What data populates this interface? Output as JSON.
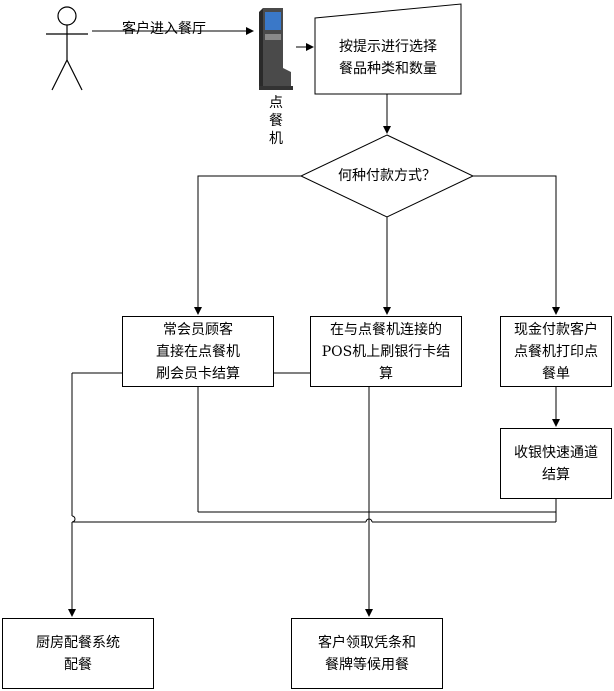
{
  "actor_label": "客户进入餐厅",
  "kiosk_label": "点\n餐\n机",
  "select_box": "按提示进行选择\n餐品种类和数量",
  "decision": "何种付款方式？",
  "option_member": "常会员顾客\n直接在点餐机\n刷会员卡结算",
  "option_pos": "在与点餐机连接的\nPOS机上刷银行卡结\n算",
  "option_cash": "现金付款客户\n点餐机打印点\n餐单",
  "cashier": "收银快速通道\n结算",
  "kitchen": "厨房配餐系统\n配餐",
  "customer_ticket": "客户领取凭条和\n餐牌等候用餐",
  "colors": {
    "line": "#000000",
    "kiosk_dark": "#4a4a4a",
    "kiosk_screen": "#3a78c8",
    "kiosk_light": "#8a8a8a"
  }
}
